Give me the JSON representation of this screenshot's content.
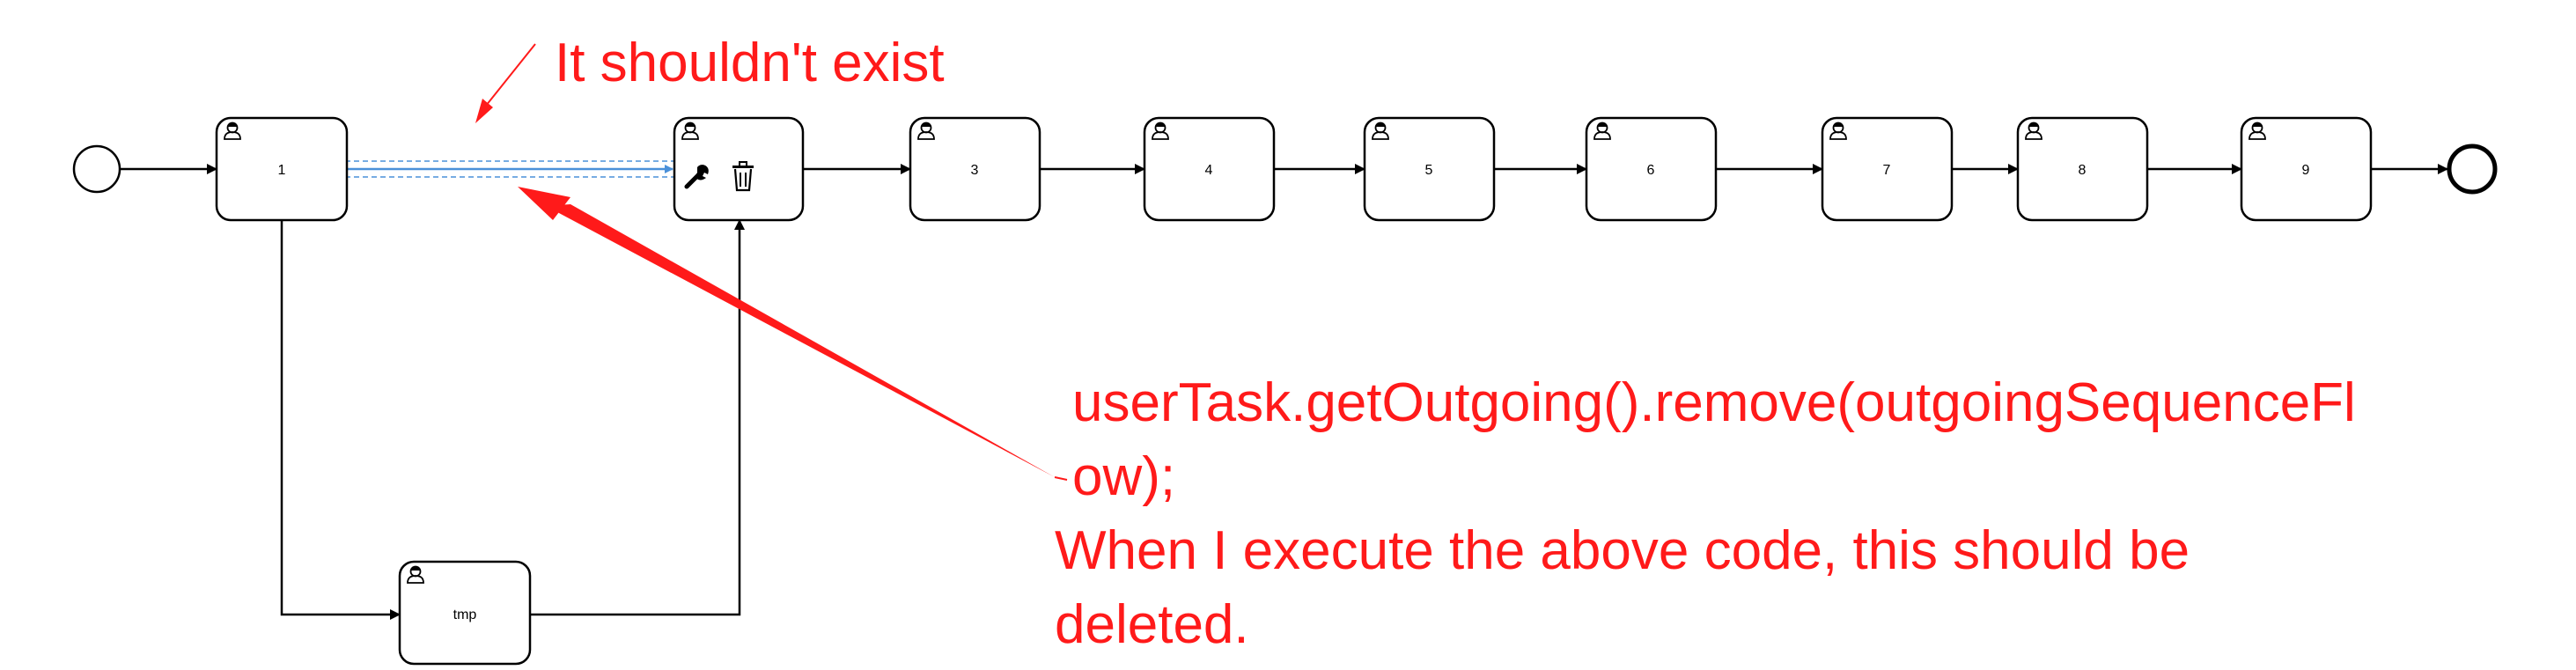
{
  "diagram": {
    "tasks": [
      {
        "id": "t1",
        "label": "1"
      },
      {
        "id": "t2",
        "label": ""
      },
      {
        "id": "t3",
        "label": "3"
      },
      {
        "id": "t4",
        "label": "4"
      },
      {
        "id": "t5",
        "label": "5"
      },
      {
        "id": "t6",
        "label": "6"
      },
      {
        "id": "t7",
        "label": "7"
      },
      {
        "id": "t8",
        "label": "8"
      },
      {
        "id": "t9",
        "label": "9"
      },
      {
        "id": "tmp",
        "label": "tmp"
      }
    ],
    "context_pad_icons": [
      "wrench-icon",
      "trash-icon"
    ],
    "colors": {
      "stroke": "#000000",
      "annotation": "#ff1a1a",
      "selection": "#4a90d9"
    }
  },
  "annotations": {
    "top_note": "It shouldn't exist",
    "code_line_1": "userTask.getOutgoing().remove(outgoingSequenceFl",
    "code_line_2": "ow);",
    "note_line_1": "When I execute the above code, this should be",
    "note_line_2": "deleted."
  }
}
